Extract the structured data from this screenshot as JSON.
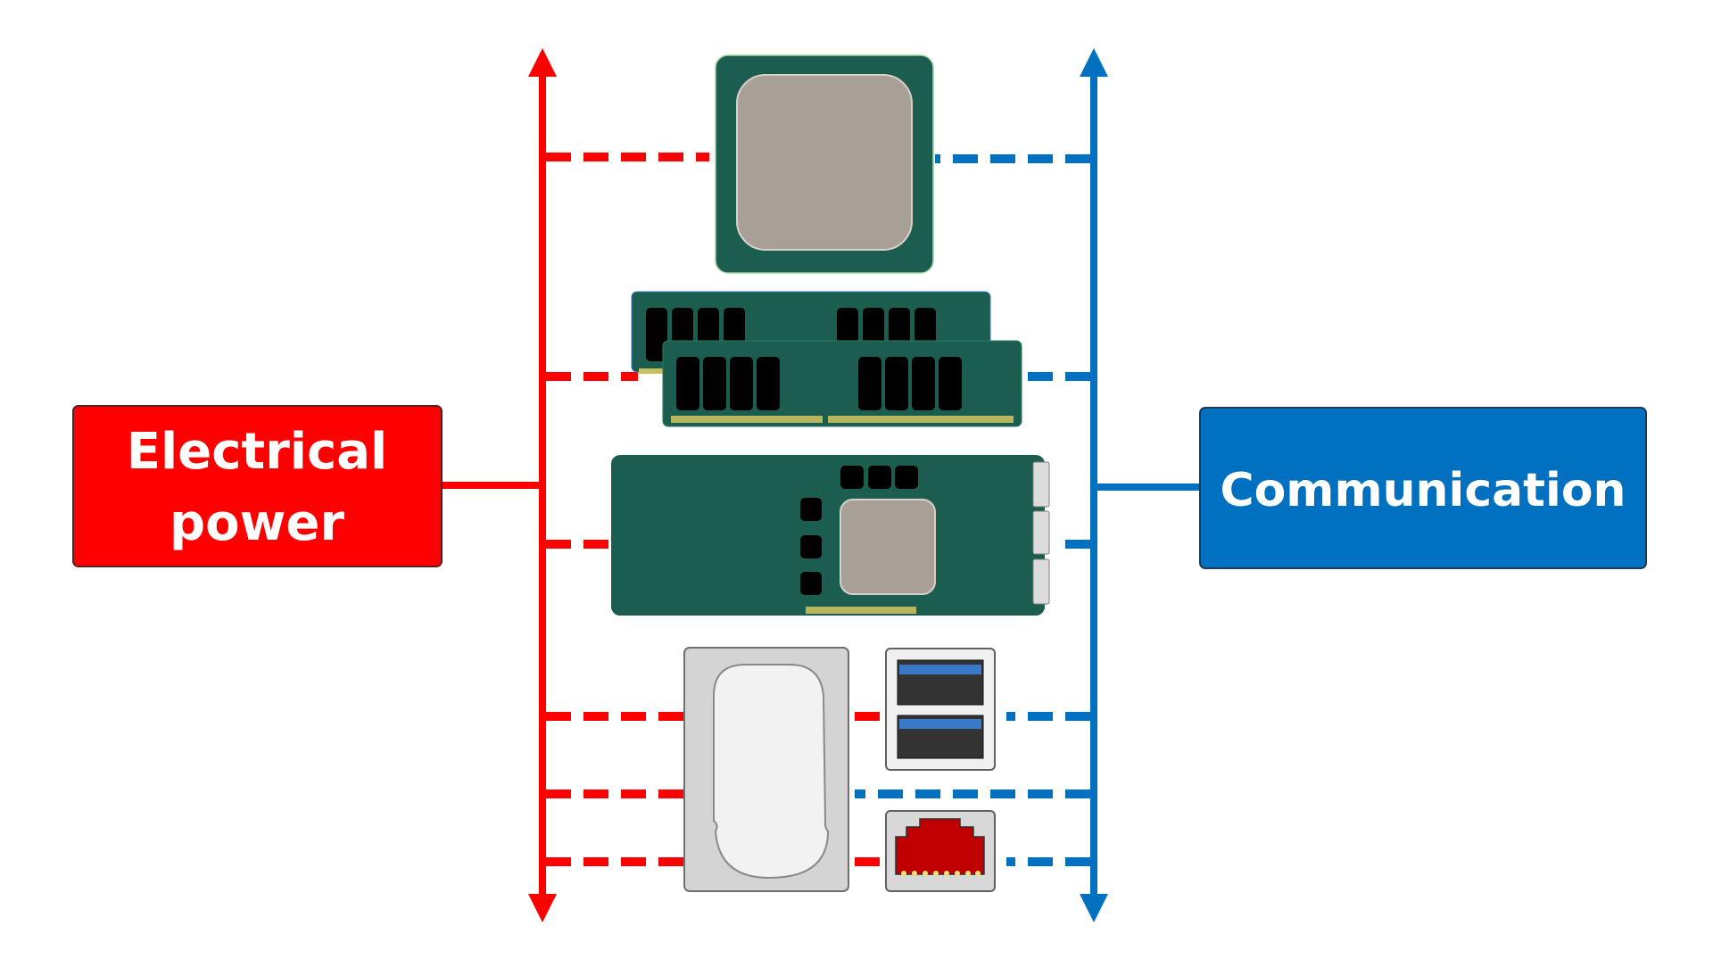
{
  "diagram": {
    "power_box": {
      "label_line1": "Electrical",
      "label_line2": "power",
      "color": "#ff0000"
    },
    "communication_box": {
      "label": "Communication",
      "color": "#0070c0"
    },
    "power_bus": {
      "color": "#ff0000"
    },
    "communication_bus": {
      "color": "#0070c0"
    },
    "components": [
      {
        "name": "CPU processor",
        "connects_power": true,
        "connects_communication": true
      },
      {
        "name": "RAM memory modules",
        "connects_power": true,
        "connects_communication": true
      },
      {
        "name": "Expansion card",
        "connects_power": true,
        "connects_communication": true
      },
      {
        "name": "Hard disk drive",
        "connects_power": true,
        "connects_communication": true
      },
      {
        "name": "USB ports",
        "connects_power": true,
        "connects_communication": true
      },
      {
        "name": "Ethernet RJ45 port",
        "connects_power": true,
        "connects_communication": true
      }
    ],
    "colors": {
      "pcb_green": "#1b5e4f",
      "chip_gray": "#a89f97",
      "memory_chip": "#000000",
      "gold_contacts": "#c8c060",
      "drive_gray": "#d4d4d4",
      "drive_platter": "#f2f2f2",
      "usb_blue": "#3a78c8",
      "usb_dark": "#333333",
      "rj45_red": "#c00000"
    }
  }
}
